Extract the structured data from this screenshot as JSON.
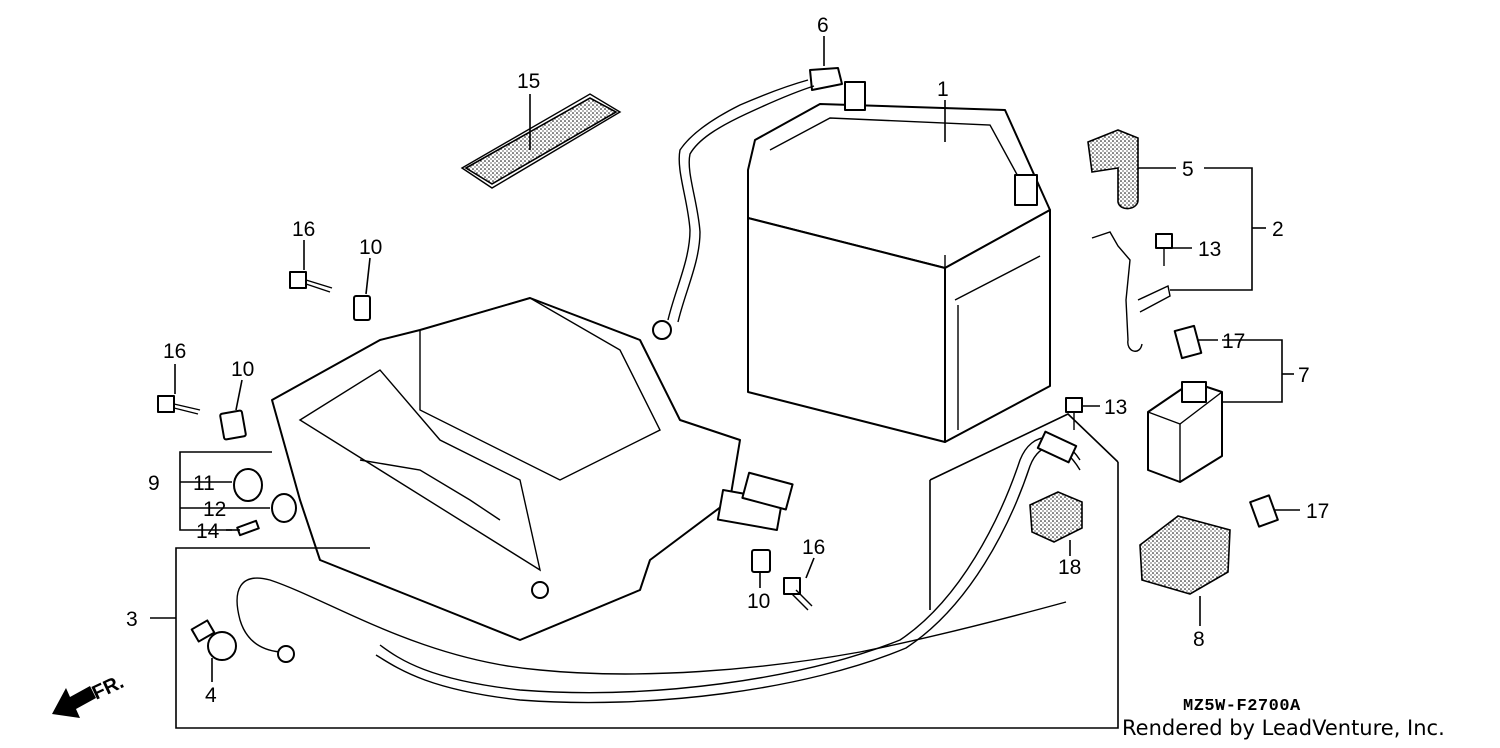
{
  "callouts": [
    {
      "id": "c1",
      "label": "1"
    },
    {
      "id": "c2",
      "label": "2"
    },
    {
      "id": "c3",
      "label": "3"
    },
    {
      "id": "c4",
      "label": "4"
    },
    {
      "id": "c5",
      "label": "5"
    },
    {
      "id": "c6",
      "label": "6"
    },
    {
      "id": "c7",
      "label": "7"
    },
    {
      "id": "c8",
      "label": "8"
    },
    {
      "id": "c9",
      "label": "9"
    },
    {
      "id": "c10a",
      "label": "10"
    },
    {
      "id": "c10b",
      "label": "10"
    },
    {
      "id": "c10c",
      "label": "10"
    },
    {
      "id": "c11",
      "label": "11"
    },
    {
      "id": "c12",
      "label": "12"
    },
    {
      "id": "c13a",
      "label": "13"
    },
    {
      "id": "c13b",
      "label": "13"
    },
    {
      "id": "c14",
      "label": "14"
    },
    {
      "id": "c15",
      "label": "15"
    },
    {
      "id": "c16a",
      "label": "16"
    },
    {
      "id": "c16b",
      "label": "16"
    },
    {
      "id": "c16c",
      "label": "16"
    },
    {
      "id": "c17a",
      "label": "17"
    },
    {
      "id": "c17b",
      "label": "17"
    },
    {
      "id": "c18",
      "label": "18"
    }
  ],
  "front_label": "FR.",
  "diagram_code": "MZ5W-F2700A",
  "credit": "Rendered by LeadVenture, Inc."
}
